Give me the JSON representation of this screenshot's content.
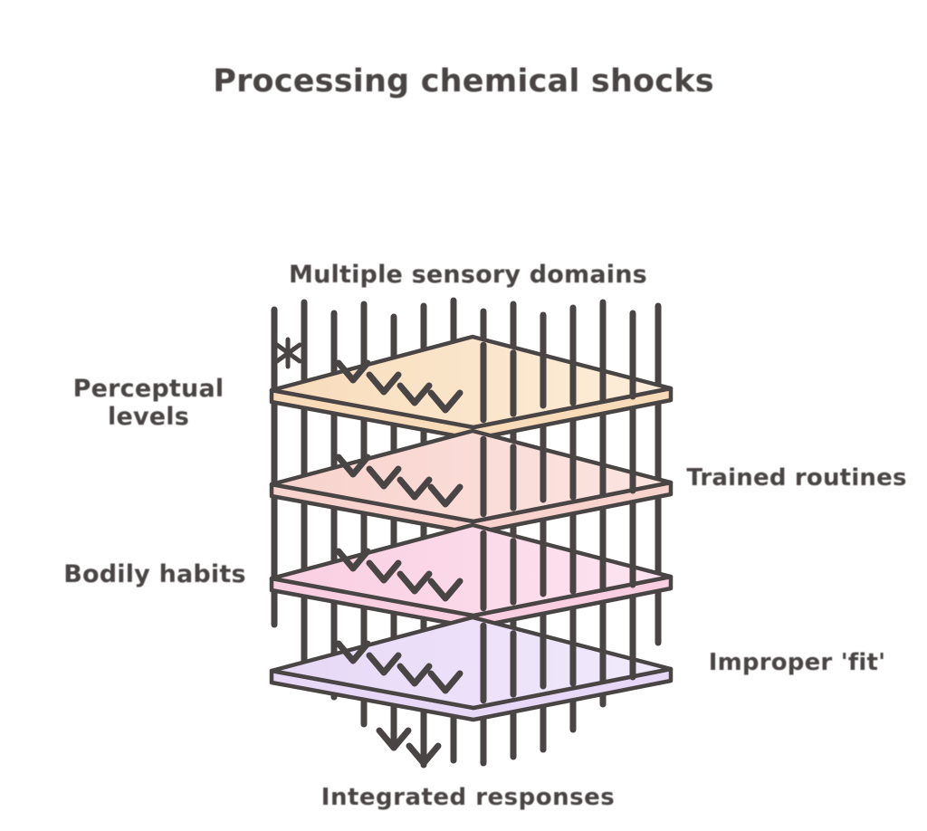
{
  "page": {
    "background": "#ffffff",
    "ink": "#4a4545"
  },
  "title": "Processing chemical shocks",
  "top_annotation": "Multiple sensory domains",
  "labels": {
    "left_top": "Perceptual levels",
    "left_bottom": "Bodily habits",
    "right_top": "Trained routines",
    "right_bottom": "Improper 'fit'",
    "bottom_caption": "Integrated responses"
  },
  "layers": [
    {
      "name": "layer-top",
      "fill_left": "#f8dcba",
      "fill_right": "#fdeeda"
    },
    {
      "name": "layer-second",
      "fill_left": "#f8d2cc",
      "fill_right": "#fce5e1"
    },
    {
      "name": "layer-third",
      "fill_left": "#f9cee1",
      "fill_right": "#fde4f0"
    },
    {
      "name": "layer-bottom",
      "fill_left": "#e6d8f6",
      "fill_right": "#f2eafc"
    }
  ],
  "arrows": {
    "color": "#4a4545",
    "count": 14,
    "direction": "down"
  }
}
